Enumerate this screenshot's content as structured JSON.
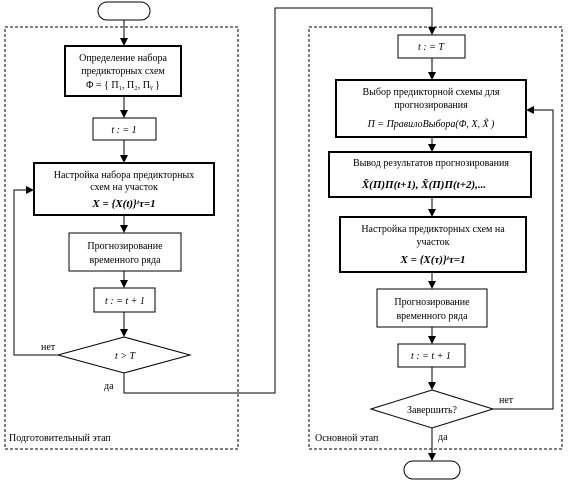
{
  "left_stage": {
    "label": "Подготовительный этап",
    "block_define_line1": "Определение набора",
    "block_define_line2": "предикторных схем",
    "block_define_line3": "Φ = { П₁, П₂, Пᵧ }",
    "block_init": "t : = 1",
    "block_tune_line1": "Настройка набора предикторных",
    "block_tune_line2": "схем на участок",
    "block_tune_formula": "X = {X(t)}ᵗτ=1",
    "block_forecast_line1": "Прогнозирование",
    "block_forecast_line2": "временного ряда",
    "block_increment": "t : = t + 1",
    "decision": "t > T",
    "label_no": "нет",
    "label_yes": "да"
  },
  "right_stage": {
    "label": "Основной этап",
    "block_init": "t : = T",
    "block_select_line1": "Выбор предикторной схемы для",
    "block_select_line2": "прогнозирования",
    "block_select_line3": "П = ПравилоВыбора(Φ, X, X̃ )",
    "block_output_line1": "Вывод результатов прогнозирования",
    "block_output_formula": "X̃(П)П(t+1), X̃(П)П(t+2),...",
    "block_tune_line1": "Настройка предикторных схем на",
    "block_tune_line2": "участок",
    "block_tune_formula": "X = {X(τ)}ᵗτ=1",
    "block_forecast_line1": "Прогнозирование",
    "block_forecast_line2": "временного ряда",
    "block_increment": "t : = t + 1",
    "decision": "Завершить?",
    "label_no": "нет",
    "label_yes": "да"
  }
}
